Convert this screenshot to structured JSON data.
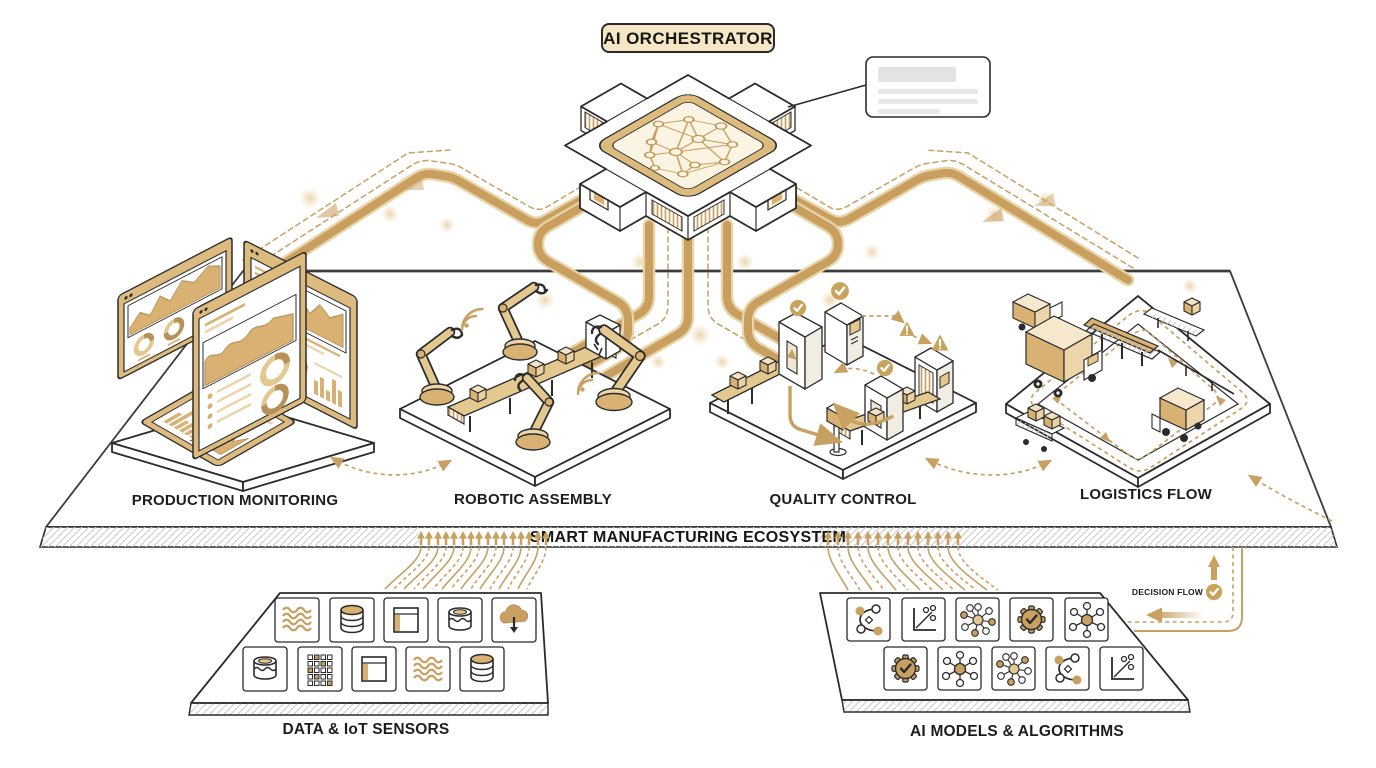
{
  "diagram": {
    "orchestrator_label": "AI ORCHESTRATOR",
    "ecosystem_label": "SMART MANUFACTURING ECOSYSTEM",
    "decision_flow_label": "DECISION FLOW",
    "stations": [
      {
        "id": "production-monitoring",
        "label": "PRODUCTION MONITORING"
      },
      {
        "id": "robotic-assembly",
        "label": "ROBOTIC ASSEMBLY"
      },
      {
        "id": "quality-control",
        "label": "QUALITY CONTROL"
      },
      {
        "id": "logistics-flow",
        "label": "LOGISTICS FLOW"
      }
    ],
    "data_platform": {
      "label": "DATA & IoT SENSORS",
      "icons": [
        "waves-icon",
        "database-icon",
        "panel-icon",
        "bucket-wave-icon",
        "cloud-download-icon",
        "bucket-wave-icon",
        "chip-grid-icon",
        "panel-icon",
        "waves-icon",
        "database-icon"
      ]
    },
    "ai_platform": {
      "label": "AI MODELS & ALGORITHMS",
      "icons": [
        "flow-path-icon",
        "scatter-chart-icon",
        "neural-cluster-icon",
        "gear-check-icon",
        "hub-network-icon",
        "gear-check-icon",
        "hub-network-icon",
        "neural-cluster-icon",
        "flow-path-icon",
        "scatter-chart-icon"
      ]
    },
    "colors": {
      "gold": "#C8A062",
      "gold_light": "#E9D4A8",
      "tan": "#D9B273",
      "cream": "#F5E6C6",
      "ink": "#1F1F1F",
      "hatch_gray": "#C9C9C9",
      "card_gray": "#E3E3E3"
    }
  }
}
